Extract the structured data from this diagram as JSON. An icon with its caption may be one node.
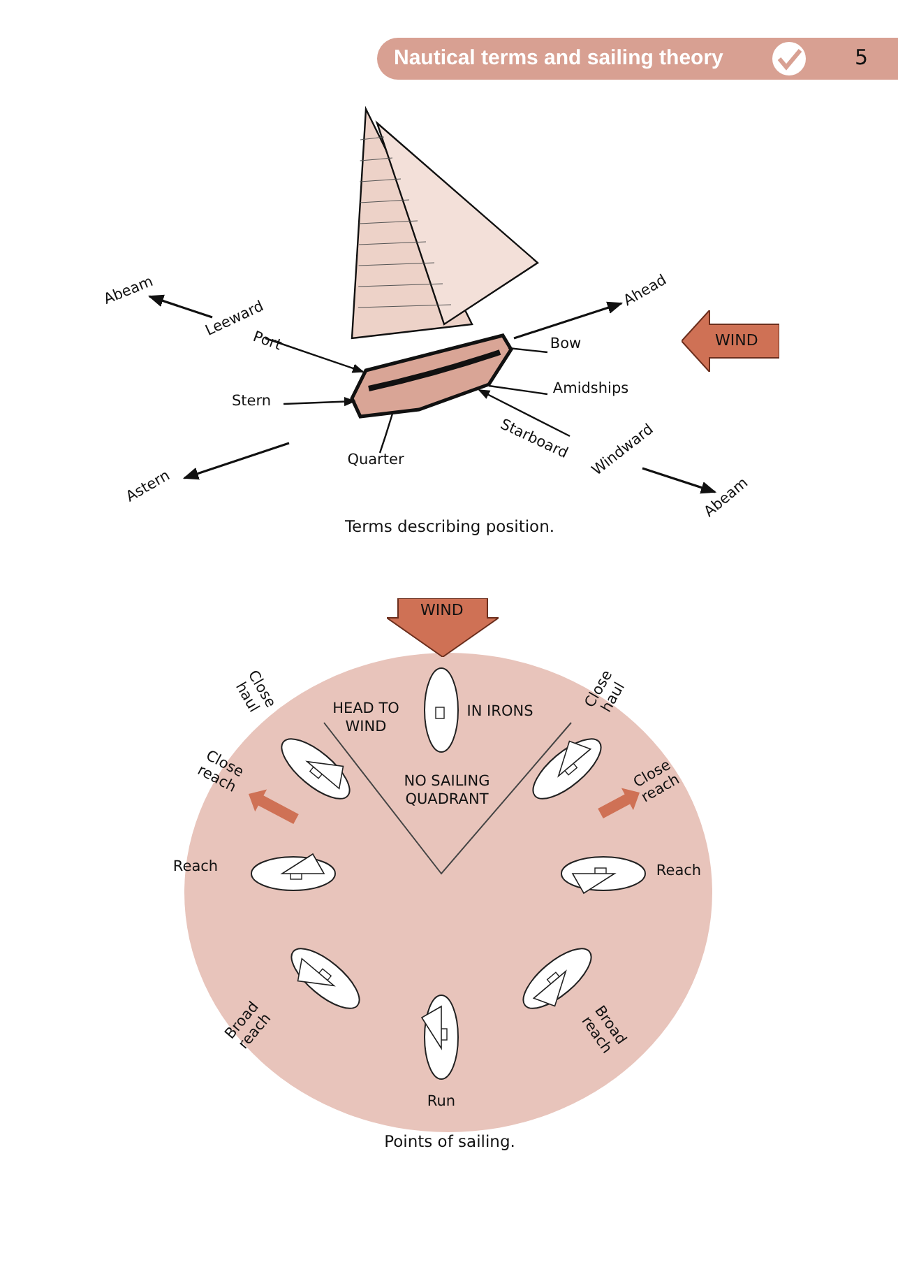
{
  "diagram": {
    "nodes": [
      {
        "text": [],
        "shape": "picture"
      },
      {
        "text": [
          "Port"
        ]
      },
      {
        "text": [
          "Bow"
        ]
      },
      {
        "text": [
          "Stern"
        ]
      },
      {
        "text": [
          "Amidships"
        ]
      },
      {
        "text": [
          "Starboard"
        ]
      },
      {
        "text": [
          "Quarter"
        ]
      },
      {
        "text": [
          "WIND"
        ]
      },
      {
        "text": [
          "HEAD TO WIND",
          "IN IRONS",
          "NO SAILING QUADRANT"
        ]
      },
      {
        "text": [
          "WIND"
        ]
      }
    ],
    "edges": [
      {
        "from": 1,
        "to": 0,
        "arrow": "to"
      },
      {
        "from": 2,
        "to": 0,
        "arrow": "none"
      },
      {
        "from": 3,
        "to": 0,
        "arrow": "to"
      },
      {
        "from": 4,
        "to": 0,
        "arrow": "none"
      },
      {
        "from": 5,
        "to": 0,
        "arrow": "to"
      },
      {
        "from": 6,
        "to": 0,
        "arrow": "none"
      }
    ],
    "labels": [
      "Nautical terms and sailing theory",
      "5",
      "Abeam",
      "Ahead",
      "Leeward",
      "Astern",
      "Windward",
      "Abeam",
      "Terms describing position.",
      "Close haul",
      "Close haul",
      "Close reach",
      "Close reach",
      "Reach",
      "Reach",
      "Broad reach",
      "Broad reach",
      "Run",
      "Points of sailing."
    ]
  }
}
